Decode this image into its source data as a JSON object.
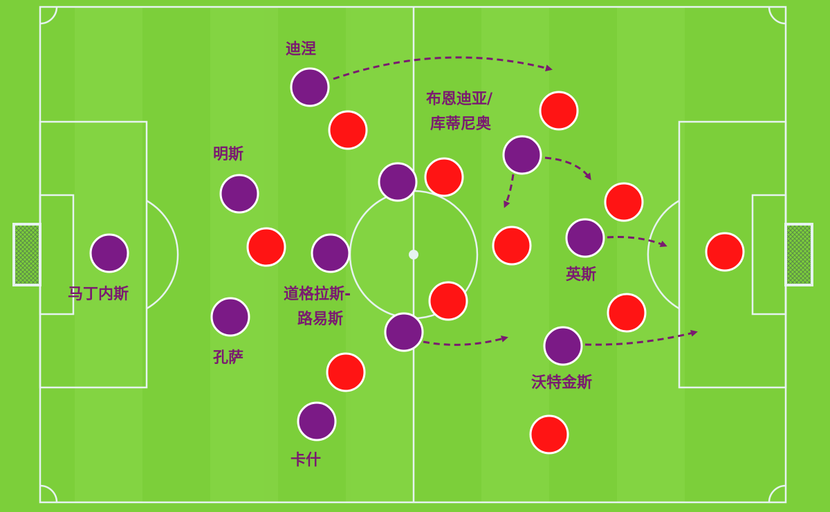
{
  "colors": {
    "grass": "#7ccf3a",
    "grass_stripe": "#86d646",
    "line": "#e6f3f0",
    "purple_team": "#7b1a86",
    "red_team": "#ff1414",
    "label": "#7a1a70",
    "arrow": "#7a1a70"
  },
  "labels": {
    "dijon": "迪涅",
    "mings": "明斯",
    "martinez": "马丁内斯",
    "douglas_luiz_1": "道格拉斯-",
    "douglas_luiz_2": "路易斯",
    "konsa": "孔萨",
    "cash": "卡什",
    "buendia_1": "布恩迪亚/",
    "buendia_2": "库蒂尼奥",
    "ings": "英斯",
    "watkins": "沃特金斯"
  },
  "players": {
    "purple": [
      "martinez",
      "mings",
      "konsa",
      "douglas-luiz",
      "dijon",
      "cash",
      "central-mid-top",
      "central-mid-bottom",
      "buendia",
      "ings",
      "watkins"
    ],
    "red_count": 11
  }
}
